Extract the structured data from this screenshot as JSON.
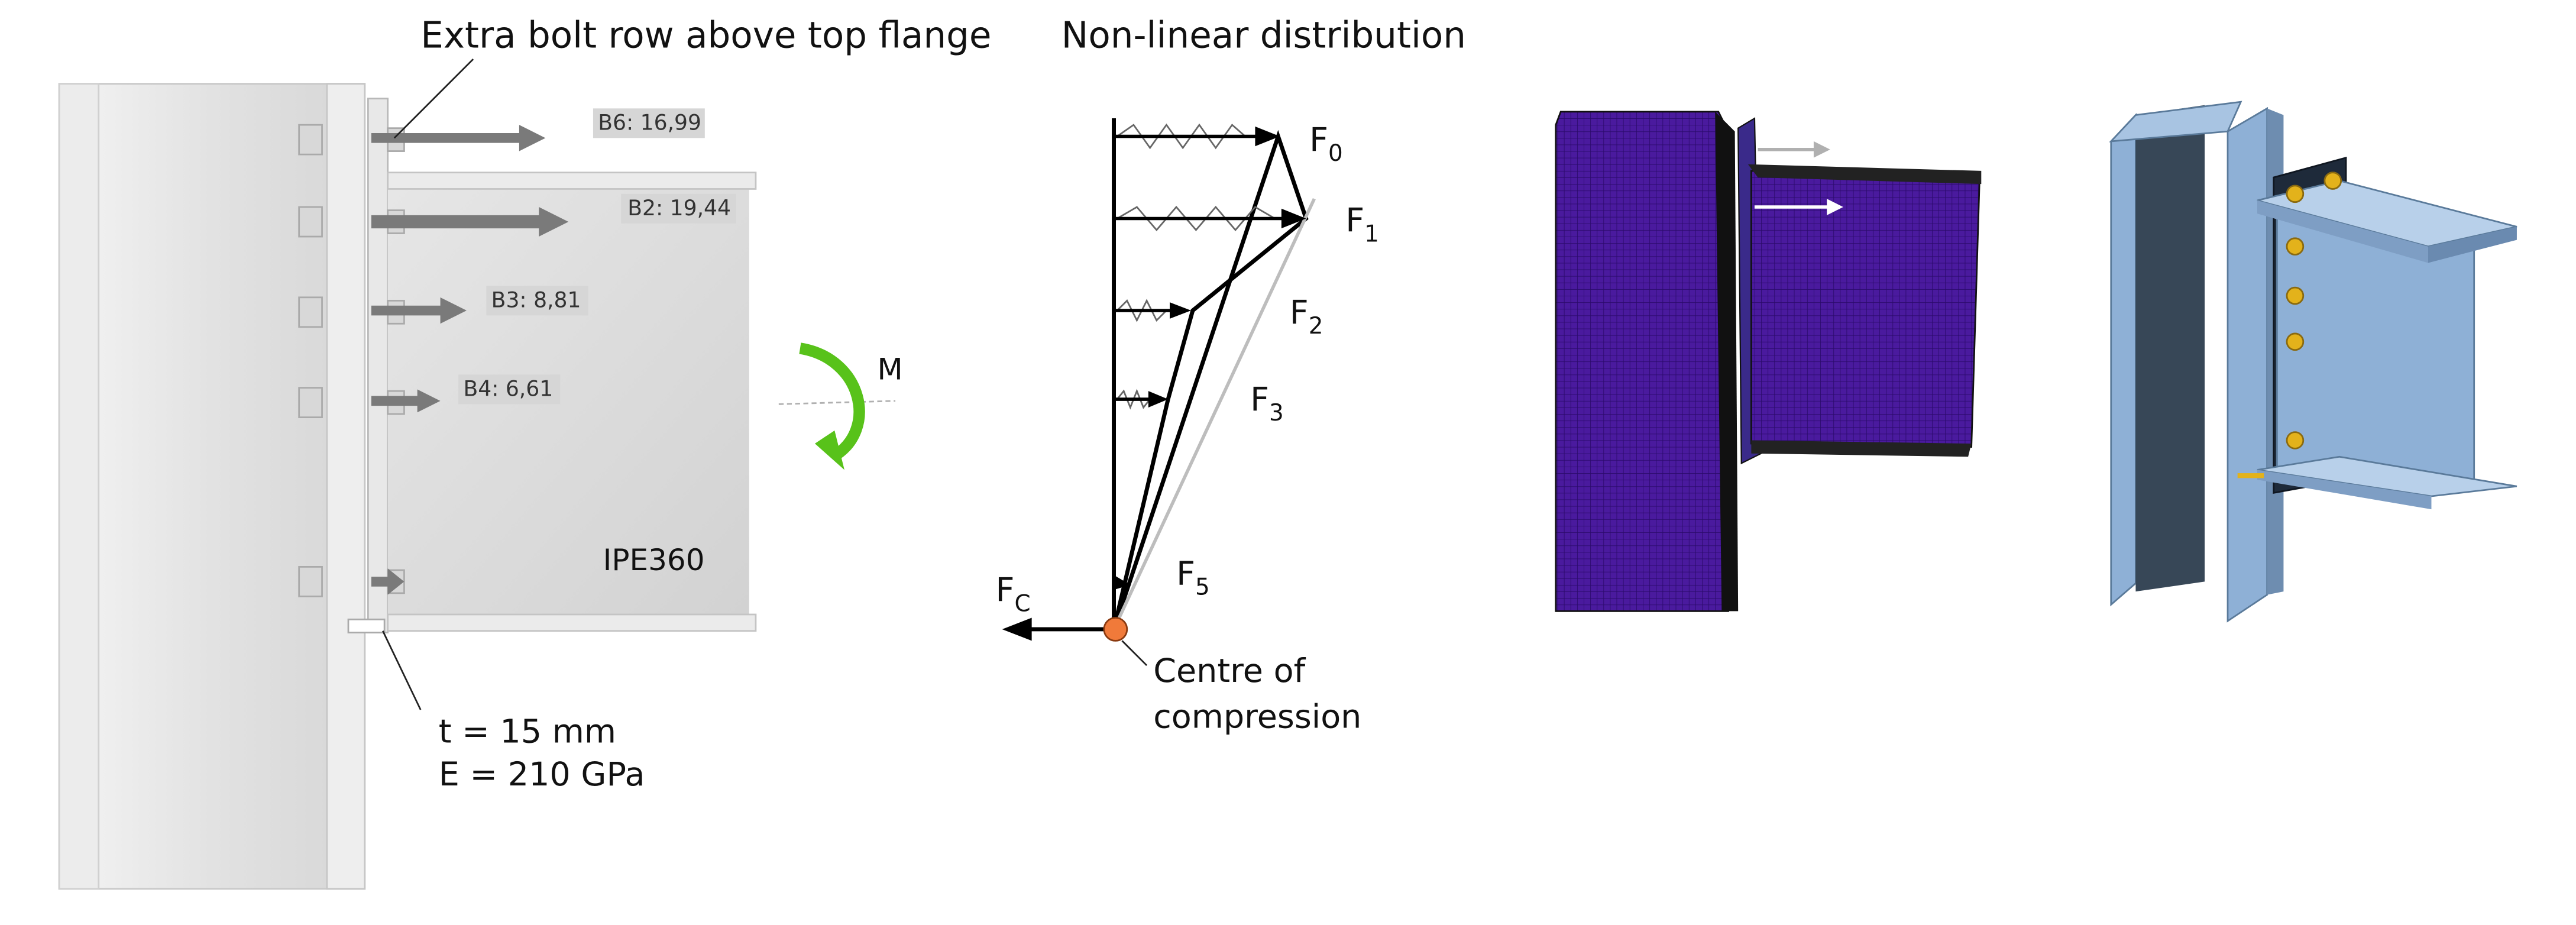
{
  "panel_left": {
    "annotation_top": "Extra bolt row above top flange",
    "bolt_labels": [
      "B6: 16,99",
      "B2: 19,44",
      "B3: 8,81",
      "B4: 6,61"
    ],
    "moment_label": "M",
    "beam_label": "IPE360",
    "plate_thickness": "t = 15 mm",
    "elastic_modulus": "E = 210 GPa"
  },
  "panel_distribution": {
    "title": "Non-linear distribution",
    "force_labels": [
      {
        "base": "F",
        "sub": "0"
      },
      {
        "base": "F",
        "sub": "1"
      },
      {
        "base": "F",
        "sub": "2"
      },
      {
        "base": "F",
        "sub": "3"
      },
      {
        "base": "F",
        "sub": "5"
      }
    ],
    "compression_force": {
      "base": "F",
      "sub": "C"
    },
    "centre_label_line1": "Centre of",
    "centre_label_line2": "compression"
  },
  "colors": {
    "moment_arrow": "#58c21a",
    "centre_point": "#f07a3a",
    "mesh_purple": "#4a1a9e",
    "model_blue": "#8eb0d6",
    "bolt_yellow": "#e3b21b"
  }
}
